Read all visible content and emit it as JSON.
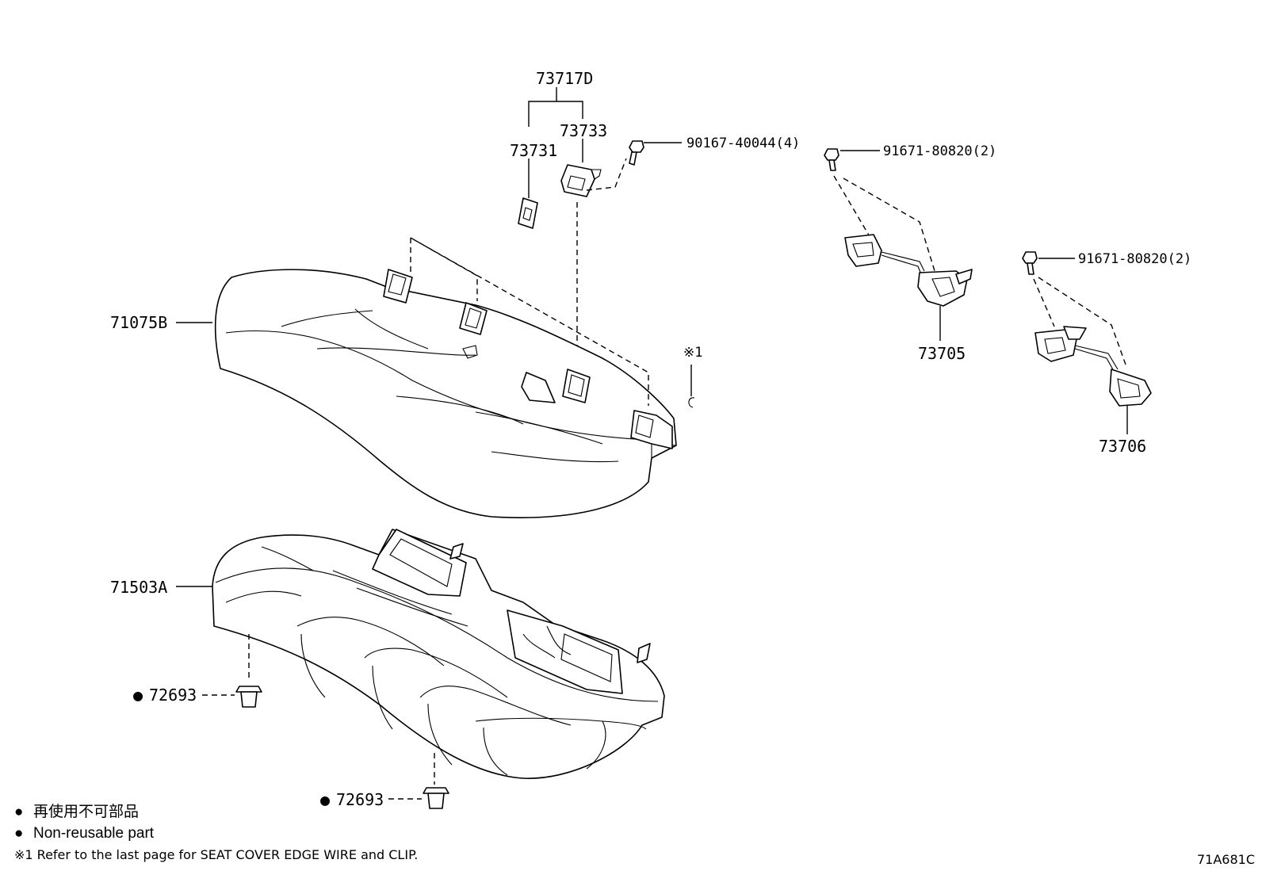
{
  "callouts": {
    "assy_73717d": "73717D",
    "bracket_73733": "73733",
    "bracket_73731": "73731",
    "bolt_90167": "90167-40044(4)",
    "bolt_91671_a": "91671-80820(2)",
    "bolt_91671_b": "91671-80820(2)",
    "cover_71075b": "71075B",
    "pad_71503a": "71503A",
    "latch_73705": "73705",
    "latch_73706": "73706",
    "clip_72693_upper": "72693",
    "clip_72693_lower": "72693",
    "ref_mark": "※1"
  },
  "legend": {
    "bullet": "●",
    "jp_text": "再使用不可部品",
    "en_text": "Non-reusable part",
    "footnote": "※1 Refer to the last page for SEAT COVER EDGE WIRE and CLIP."
  },
  "diagram_code": "71A681C"
}
